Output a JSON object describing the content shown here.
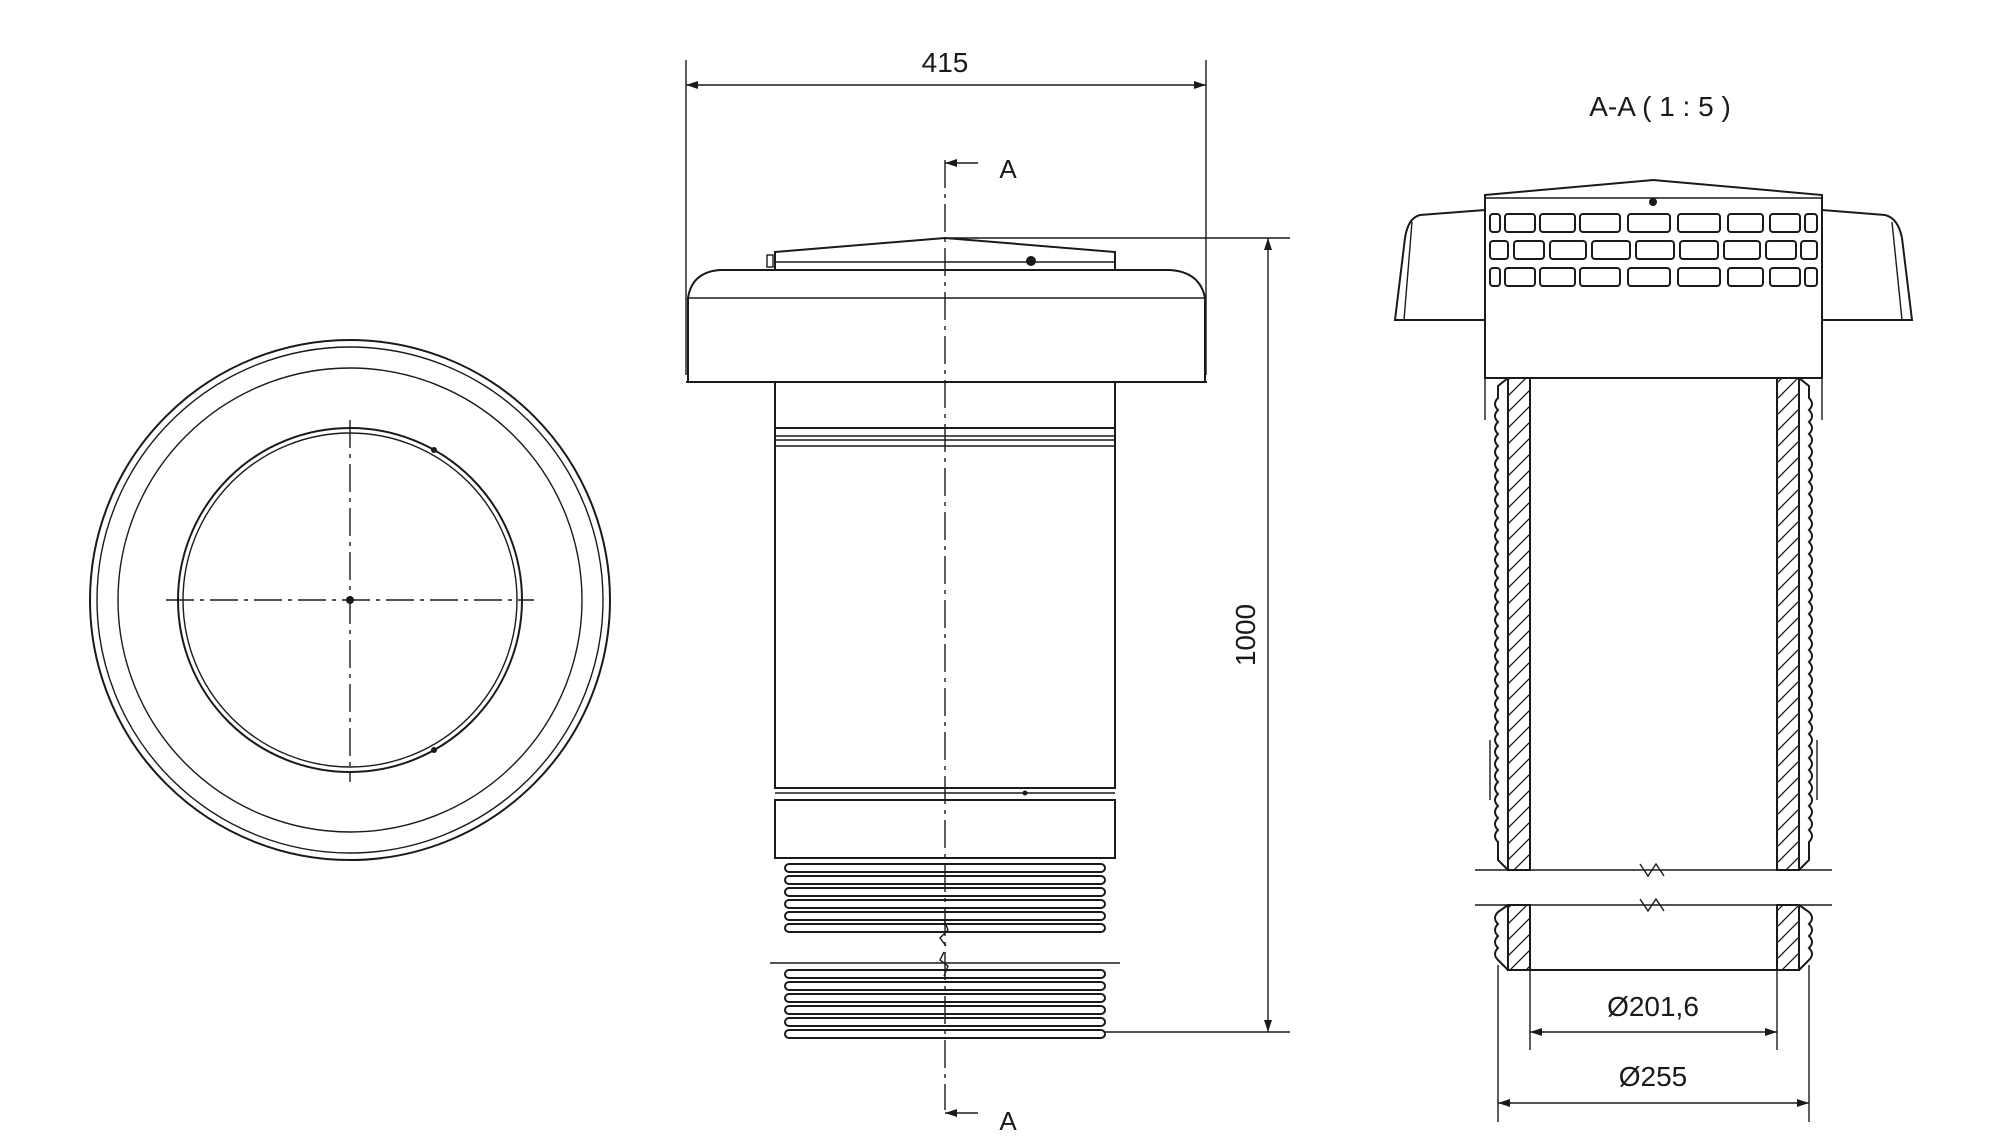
{
  "section_title": "A-A ( 1 : 5 )",
  "section_marker_top": "A",
  "section_marker_bottom": "A",
  "dim_width": "415",
  "dim_height": "1000",
  "dim_inner_diameter": "Ø201,6",
  "dim_outer_diameter": "Ø255",
  "line_color": "#1a1a1a"
}
